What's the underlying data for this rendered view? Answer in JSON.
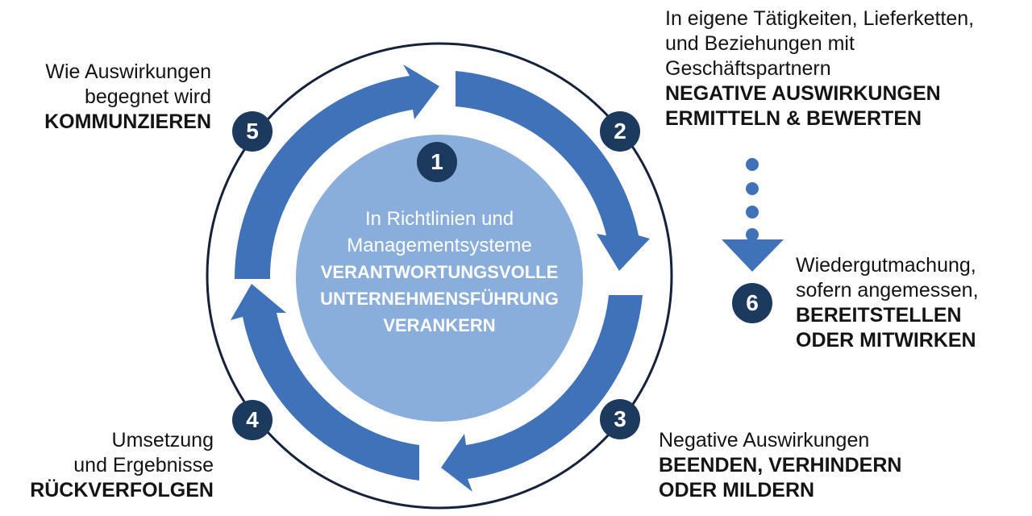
{
  "colors": {
    "arrow_blue": "#3f72b9",
    "center_circle": "#8aaedc",
    "badge_navy": "#1b3a5e",
    "ring_line": "#14233a",
    "text": "#141414"
  },
  "center": {
    "step": "1",
    "line1": "In Richtlinien und",
    "line2": "Managementsysteme",
    "bold1": "VERANTWORTUNGSVOLLE",
    "bold2": "UNTERNEHMENSFÜHRUNG",
    "bold3": "VERANKERN"
  },
  "steps": [
    {
      "number": "2",
      "light": [
        "In eigene Tätigkeiten, Lieferketten,",
        "und Beziehungen mit",
        "Geschäftspartnern"
      ],
      "bold": [
        "NEGATIVE AUSWIRKUNGEN",
        "ERMITTELN & BEWERTEN"
      ]
    },
    {
      "number": "3",
      "light": [
        "Negative Auswirkungen"
      ],
      "bold": [
        "BEENDEN, VERHINDERN",
        "ODER MILDERN"
      ]
    },
    {
      "number": "4",
      "light": [
        "Umsetzung",
        "und Ergebnisse"
      ],
      "bold": [
        "RÜCKVERFOLGEN"
      ]
    },
    {
      "number": "5",
      "light": [
        "Wie Auswirkungen",
        "begegnet wird"
      ],
      "bold": [
        "KOMMUNZIEREN"
      ]
    },
    {
      "number": "6",
      "light": [
        "Wiedergutmachung,",
        "sofern angemessen,"
      ],
      "bold": [
        "BEREITSTELLEN",
        "ODER MITWIRKEN"
      ]
    }
  ],
  "icons": {
    "cycle_arrows": "circular-arrow-icon",
    "dotted_down_arrow": "dotted-arrow-down-icon"
  }
}
